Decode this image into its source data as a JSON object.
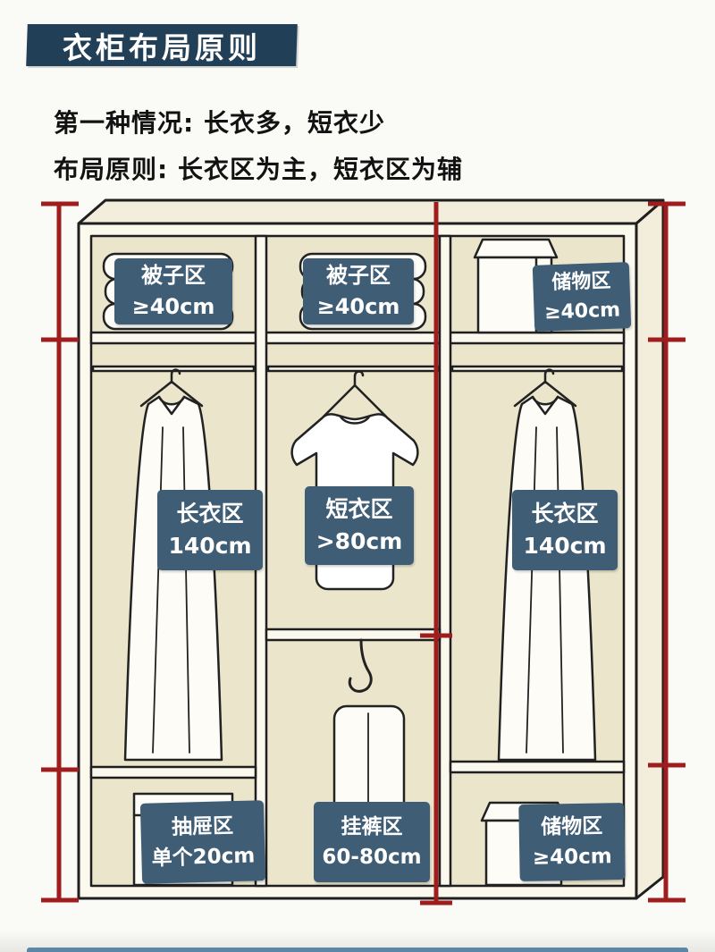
{
  "header": {
    "banner_title": "衣柜布局原则",
    "situation_line": "第一种情况: 长衣多，短衣少",
    "principle_line": "布局原则: 长衣区为主，短衣区为辅"
  },
  "zones": {
    "quilt_left": {
      "name": "被子区",
      "size": "≥40cm"
    },
    "quilt_middle": {
      "name": "被子区",
      "size": "≥40cm"
    },
    "storage_top_right": {
      "name": "储物区",
      "size": "≥40cm"
    },
    "long_left": {
      "name": "长衣区",
      "size": "140cm"
    },
    "short_middle": {
      "name": "短衣区",
      "size": ">80cm"
    },
    "long_right": {
      "name": "长衣区",
      "size": "140cm"
    },
    "drawer": {
      "name": "抽屉区",
      "size": "单个20cm"
    },
    "pants": {
      "name": "挂裤区",
      "size": "60-80cm"
    },
    "storage_bottom_right": {
      "name": "储物区",
      "size": "≥40cm"
    }
  },
  "colors": {
    "banner_bg": "#223f58",
    "label_bg": "#3f5d75",
    "label_text": "#ffffff",
    "wardrobe_interior": "#ebe5cc",
    "wardrobe_frame": "#fbf8ee",
    "measure_line_red": "#a01d1d",
    "outline": "#1f1f1f",
    "page_bg": "#fafaf6"
  }
}
